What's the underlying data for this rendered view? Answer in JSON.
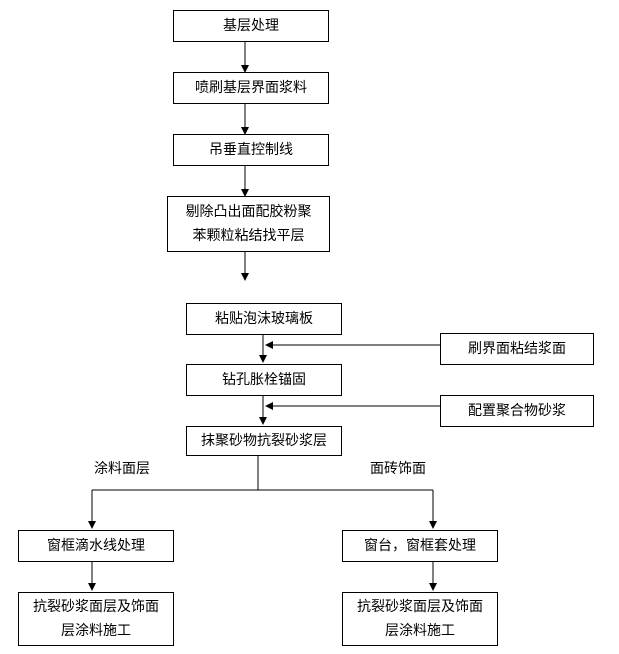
{
  "flowchart": {
    "steps": {
      "base_treatment": "基层处理",
      "spray_interface_agent": "喷刷基层界面浆料",
      "plumb_control_line": "吊垂直控制线",
      "leveling": [
        "剔除凸出面配胶粉聚",
        "苯颗粒粘结找平层"
      ],
      "paste_foam_glass_board": "粘贴泡沫玻璃板",
      "drill_anchor": "钻孔胀栓锚固",
      "anti_crack_mortar": "抹聚砂物抗裂砂浆层",
      "window_drip_line": "窗框滴水线处理",
      "window_sill_frame": "窗台，窗框套处理",
      "finish_left": [
        "抗裂砂浆面层及饰面",
        "层涂料施工"
      ],
      "finish_right": [
        "抗裂砂浆面层及饰面",
        "层涂料施工"
      ]
    },
    "side_inputs": {
      "interface_bond_paste": "刷界面粘结浆面",
      "polymer_mortar": "配置聚合物砂浆"
    },
    "branches": {
      "coating": "涂料面层",
      "tile": "面砖饰面"
    }
  }
}
